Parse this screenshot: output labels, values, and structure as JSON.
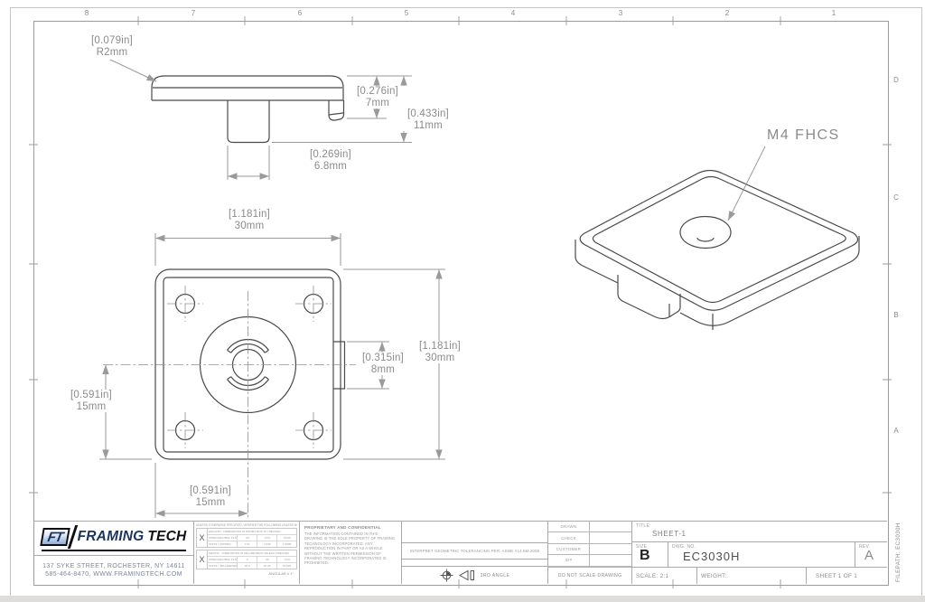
{
  "sheet": {
    "zones_top": [
      "8",
      "7",
      "6",
      "5",
      "4",
      "3",
      "2",
      "1"
    ],
    "zones_right": [
      "D",
      "C",
      "B",
      "A"
    ],
    "filepath": "FILEPATH: EC3030H"
  },
  "views": {
    "side": {
      "r2": [
        "[0.079in]",
        "R2mm"
      ],
      "h7": [
        "[0.276in]",
        "7mm"
      ],
      "h11": [
        "[0.433in]",
        "11mm"
      ],
      "w68": [
        "[0.269in]",
        "6.8mm"
      ]
    },
    "front": {
      "w30": [
        "[1.181in]",
        "30mm"
      ],
      "h30": [
        "[1.181in]",
        "30mm"
      ],
      "tab8": [
        "[0.315in]",
        "8mm"
      ],
      "left15": [
        "[0.591in]",
        "15mm"
      ],
      "bottom15": [
        "[0.591in]",
        "15mm"
      ]
    },
    "iso": {
      "callout": "M4 FHCS"
    }
  },
  "logo": {
    "badge": "FT",
    "name_primary": "FRAMING",
    "name_secondary": "TECH",
    "address_line1": "137 SYKE STREET, ROCHESTER, NY 14611",
    "address_line2": "585-464-8470, WWW.FRAMINGTECH.COM"
  },
  "tolerance_block": {
    "header": "UNLESS OTHERWISE SPECIFIED, VERIFIED THE FOLLOWING UNLESS NOTED OTHERWISE",
    "checkbox_mark": "X",
    "english": {
      "caption": "ENGLISH - DIMENSIONS IN INCHES BOX IS CHECKED",
      "rows": [
        [
          "WHEN DECIMAL PLACE IS",
          ".XX",
          ".XXX",
          ".XXXX"
        ],
        [
          "UNITS = INCHES",
          "±.01",
          "±.005",
          "±.0005"
        ]
      ]
    },
    "metric": {
      "caption": "METRIC - DIMENSIONS IN MILLIMETERS UNLESS CHECKED",
      "rows": [
        [
          "WHEN DECIMAL PLACE IS",
          "X",
          ".XX",
          ".XXX"
        ],
        [
          "UNITS = MILLIMETERS",
          "±0.5",
          "±0.25",
          "±0.025"
        ]
      ]
    },
    "angular": "ANGULAR ± 1°"
  },
  "notes": {
    "proprietary_title": "PROPRIETARY AND CONFIDENTIAL",
    "proprietary_body": "THE INFORMATION CONTAINED IN THIS DRAWING IS THE SOLE PROPERTY OF FRAMING TECHNOLOGY INCORPORATED.  ANY REPRODUCTION IN PART OR AS A WHOLE WITHOUT THE WRITTEN PERMISSION OF FRAMING TECHNOLOGY INCORPORATED IS PROHIBITED.",
    "interpret": "INTERPRET GEOMETRIC TOLERANCING PER:  ASME Y14.5M-2009",
    "third_angle": "3RD ANGLE",
    "do_not_scale": "DO NOT SCALE DRAWING"
  },
  "title_block": {
    "info_rows": [
      "DRAWN",
      "CHECK",
      "CUSTOMER",
      "ID#"
    ],
    "title_label": "TITLE:",
    "title_value": "SHEET-1",
    "size_label": "SIZE",
    "size_value": "B",
    "dwg_label": "DWG.  NO.",
    "dwg_value": "EC3030H",
    "rev_label": "REV",
    "rev_value": "A",
    "scale": "SCALE: 2:1",
    "weight": "WEIGHT:",
    "sheet": "SHEET 1 OF 1"
  }
}
